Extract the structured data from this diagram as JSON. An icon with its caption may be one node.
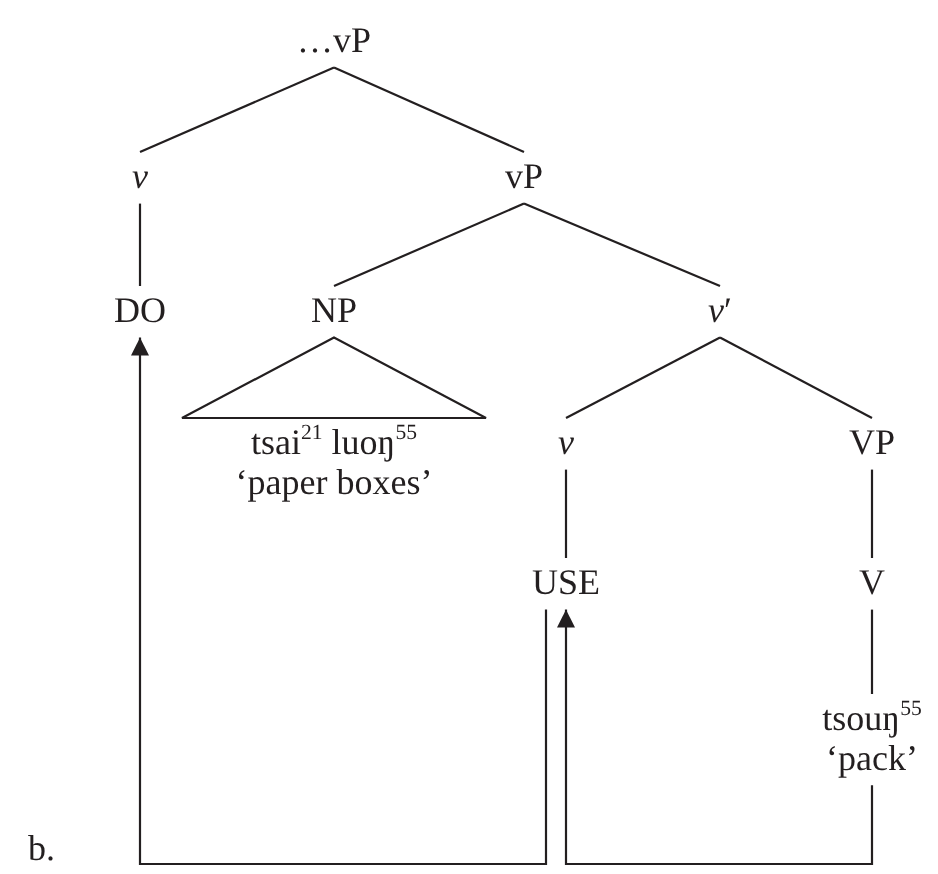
{
  "diagram": {
    "nodes": [
      {
        "text": [
          "…vP"
        ]
      },
      {
        "text": [
          "v"
        ]
      },
      {
        "text": [
          "vP"
        ]
      },
      {
        "text": [
          "DO"
        ]
      },
      {
        "text": [
          "NP"
        ]
      },
      {
        "text": [
          "*v*′"
        ]
      },
      {
        "text": [
          "tsai$^{21}$ luoŋ$^{55}$",
          "‘paper boxes’"
        ]
      },
      {
        "text": [
          "v"
        ]
      },
      {
        "text": [
          "VP"
        ]
      },
      {
        "text": [
          "USE"
        ]
      },
      {
        "text": [
          "V"
        ]
      },
      {
        "text": [
          "tsouŋ$^{55}$",
          "‘pack’"
        ]
      }
    ],
    "edges": [
      {
        "from": 0,
        "to": 1,
        "arrow": "none"
      },
      {
        "from": 0,
        "to": 2,
        "arrow": "none"
      },
      {
        "from": 1,
        "to": 3,
        "arrow": "none"
      },
      {
        "from": 2,
        "to": 4,
        "arrow": "none"
      },
      {
        "from": 2,
        "to": 5,
        "arrow": "none"
      },
      {
        "from": 4,
        "to": 6,
        "arrow": "none"
      },
      {
        "from": 5,
        "to": 7,
        "arrow": "none"
      },
      {
        "from": 5,
        "to": 8,
        "arrow": "none"
      },
      {
        "from": 7,
        "to": 9,
        "arrow": "none"
      },
      {
        "from": 8,
        "to": 10,
        "arrow": "none"
      },
      {
        "from": 10,
        "to": 11,
        "arrow": "none"
      },
      {
        "from": 9,
        "to": 3,
        "arrow": "to"
      },
      {
        "from": 11,
        "to": 9,
        "arrow": "to"
      }
    ],
    "labels": [
      "b."
    ]
  }
}
